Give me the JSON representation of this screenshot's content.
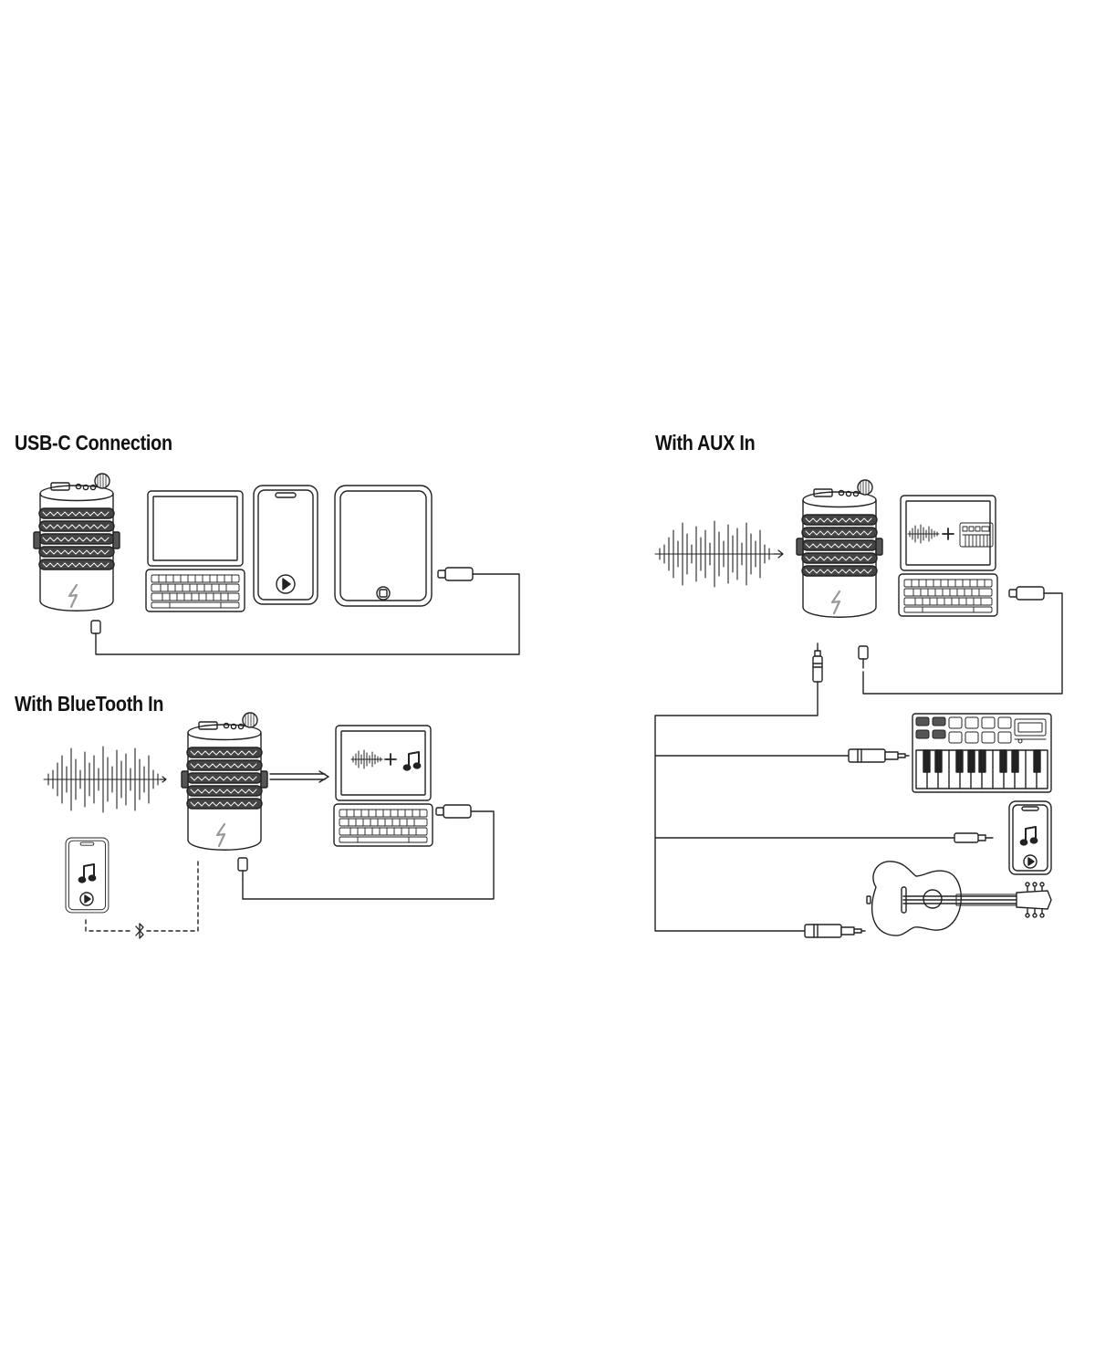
{
  "sections": {
    "usb_c": {
      "title": "USB-C Connection"
    },
    "bluetooth": {
      "title": "With BlueTooth In"
    },
    "aux": {
      "title": "With AUX In"
    }
  },
  "colors": {
    "line": "#222222",
    "background": "#ffffff"
  },
  "icons": [
    "microphone-icon",
    "laptop-icon",
    "phone-icon",
    "tablet-icon",
    "waveform-icon",
    "music-note-icon",
    "play-icon",
    "bluetooth-icon",
    "usb-c-plug-icon",
    "aux-plug-icon",
    "midi-keyboard-icon",
    "guitar-icon"
  ]
}
